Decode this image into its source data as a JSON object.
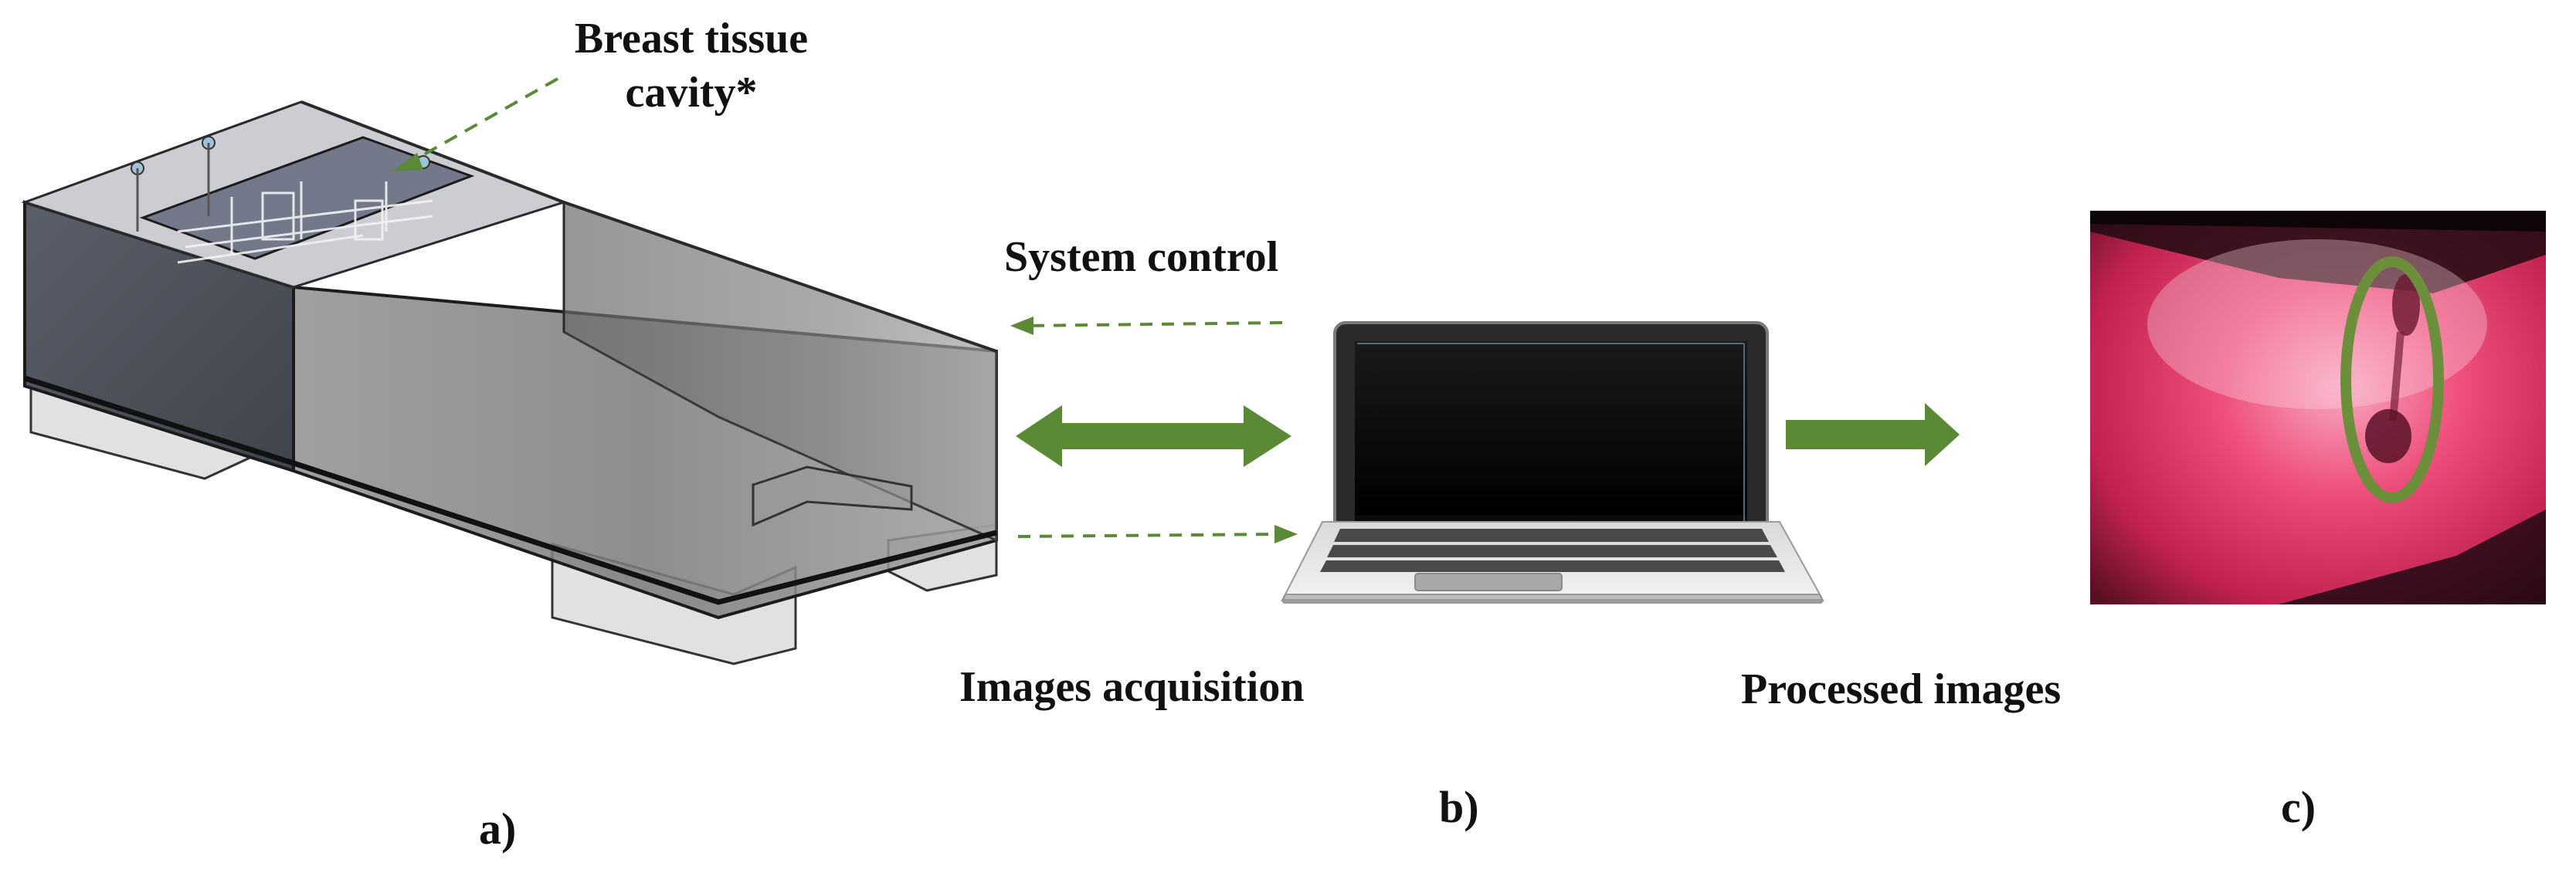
{
  "labels": {
    "cavity_line1": "Breast tissue",
    "cavity_line2": "cavity*",
    "system_control": "System control",
    "images_acquisition": "Images acquisition",
    "processed_images": "Processed images"
  },
  "panels": {
    "a": "a)",
    "b": "b)",
    "c": "c)"
  },
  "colors": {
    "arrow_green": "#5a8a36",
    "ellipse_green": "#6b8f3a",
    "screen": "#000000",
    "image_pink": "#e83a67",
    "box_grey": "#6e6e6e"
  },
  "icons": {
    "device": "transparent-box-device",
    "computer": "laptop-icon",
    "result": "fluorescence-image"
  }
}
